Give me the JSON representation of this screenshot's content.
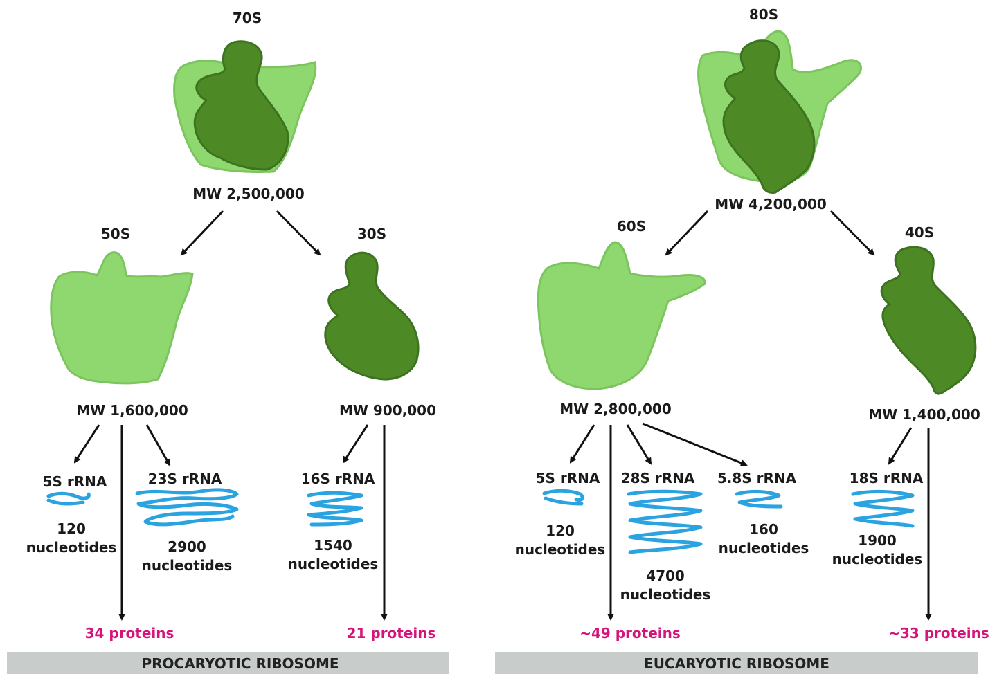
{
  "colors": {
    "light_subunit": "#8fd86f",
    "dark_subunit": "#4d8a25",
    "rna": "#2aa3e0",
    "proteins": "#d4147a",
    "banner": "#c8cdcc"
  },
  "procaryotic": {
    "whole": {
      "label": "70S",
      "mw": "MW 2,500,000"
    },
    "large": {
      "label": "50S",
      "mw": "MW 1,600,000",
      "rnas": [
        {
          "name": "5S rRNA",
          "line1": "120",
          "line2": "nucleotides"
        },
        {
          "name": "23S rRNA",
          "line1": "2900",
          "line2": "nucleotides"
        }
      ],
      "proteins": "34 proteins"
    },
    "small": {
      "label": "30S",
      "mw": "MW 900,000",
      "rnas": [
        {
          "name": "16S rRNA",
          "line1": "1540",
          "line2": "nucleotides"
        }
      ],
      "proteins": "21 proteins"
    },
    "banner": "PROCARYOTIC RIBOSOME"
  },
  "eucaryotic": {
    "whole": {
      "label": "80S",
      "mw": "MW 4,200,000"
    },
    "large": {
      "label": "60S",
      "mw": "MW 2,800,000",
      "rnas": [
        {
          "name": "5S rRNA",
          "line1": "120",
          "line2": "nucleotides"
        },
        {
          "name": "28S rRNA",
          "line1": "4700",
          "line2": "nucleotides"
        },
        {
          "name": "5.8S rRNA",
          "line1": "160",
          "line2": "nucleotides"
        }
      ],
      "proteins": "~49 proteins"
    },
    "small": {
      "label": "40S",
      "mw": "MW 1,400,000",
      "rnas": [
        {
          "name": "18S rRNA",
          "line1": "1900",
          "line2": "nucleotides"
        }
      ],
      "proteins": "~33 proteins"
    },
    "banner": "EUCARYOTIC RIBOSOME"
  }
}
